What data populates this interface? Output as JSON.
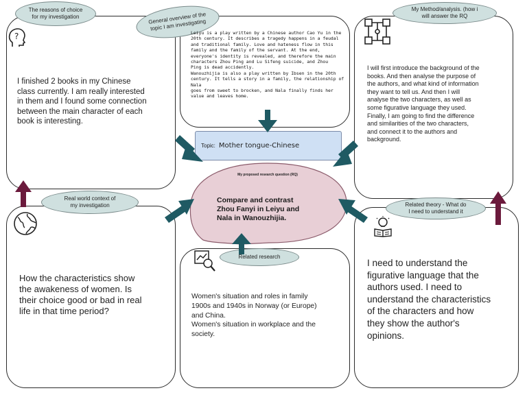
{
  "reasons": {
    "label": "The reasons of choice\nfor my investigation",
    "text": "I finished 2 books in my Chinese\nclass currently. I am really interested\nin them and I found some connection\nbetween the main character of each\nbook is interesting."
  },
  "overview": {
    "label": "General overview of the\ntopic I am investigating",
    "text": "Leiyu is a play written by a Chinese author Cao Yu in the\n20th century. It describes a tragedy happens in a feudal\nand traditional family. Love and hateness flow in this\nfamily and the family of the servant. At the end,\neveryone's identity is revealed, and therefore the main\ncharacters Zhou Ping and Lu Sifeng suicide, and Zhou\nPing is dead accidently.\nWanouzhijia is also a play written by Ibsen in the 20th\ncentury. It tells a story in a family, the relationship of Nala\ngoes from sweet to brocken, and Nala finally finds her\nvalue and leaves home."
  },
  "method": {
    "label": "My Method/analysis. (how i\nwill answer the RQ",
    "text": "I will first introduce the background of the\nbooks. And then analyse the purpose of\nthe authors, and what kind of information\nthey want to tell us. And then I will\nanalyse the two characters, as well as\nsome figurative language they used.\nFinally, I am going to find the difference\nand similarities of the two characters,\nand connect it to the authors and\nbackground."
  },
  "topic": {
    "label": "Topic:",
    "value": "Mother tongue-Chinese"
  },
  "rq": {
    "label": "My proposed research question (RQ)",
    "text": "Compare and contrast\nZhou Fanyi in Leiyu and\nNala in Wanouzhijia."
  },
  "context": {
    "label": "Real world context of\nmy investigation",
    "text": "How the characteristics show\nthe awakeness of women. Is\ntheir choice good or bad in real\nlife in that time period?"
  },
  "research": {
    "label": "Related research",
    "text": "Women's situation and roles in family\n1900s and 1940s in Norway (or Europe)\nand China.\nWomen's situation in workplace and the\nsociety."
  },
  "theory": {
    "label": "Related theory - What do\nI need to understand it",
    "text": "I need to understand the\nfigurative language that the\nauthors used. I need to\nunderstand the characteristics\nof the characters and how\nthey show the author's\nopinions."
  },
  "icons": {
    "reasons": "question-head-icon",
    "method": "flowchart-icon",
    "context": "globe-icon",
    "research": "magnifier-chart-icon",
    "theory": "lightbulb-book-icon"
  },
  "colors": {
    "pill": "#cfe0df",
    "topic_fill": "#cfe0f4",
    "rq_fill": "#e8cfd6",
    "teal_arrow": "#1f5a63",
    "maroon_arrow": "#6b1a3c"
  }
}
